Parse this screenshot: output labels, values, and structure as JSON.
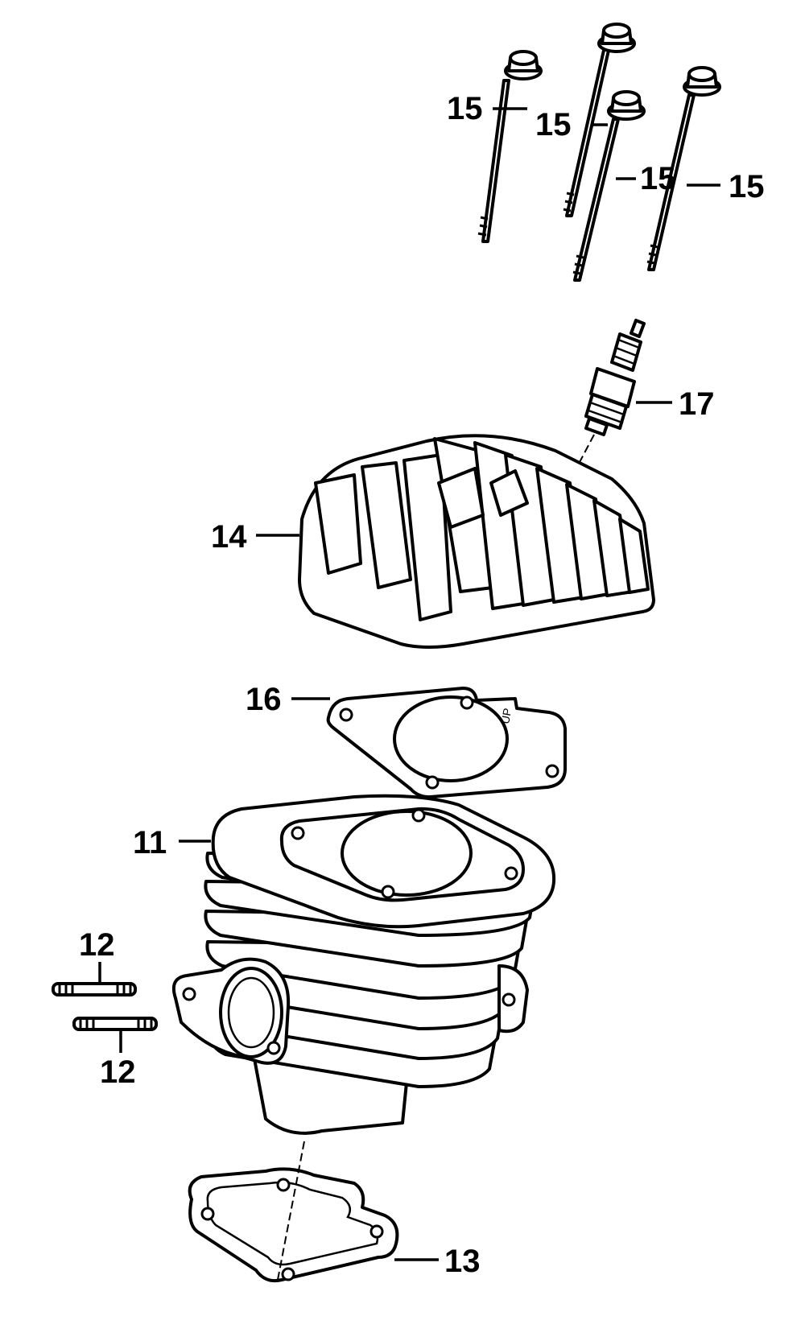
{
  "callouts": {
    "bolt_a": "15",
    "bolt_b": "15",
    "bolt_c": "15",
    "bolt_d": "15",
    "spark_plug": "17",
    "cylinder_head": "14",
    "head_gasket": "16",
    "cylinder": "11",
    "stud_top": "12",
    "stud_bottom": "12",
    "base_gasket": "13"
  },
  "gasket_marking": "UP"
}
